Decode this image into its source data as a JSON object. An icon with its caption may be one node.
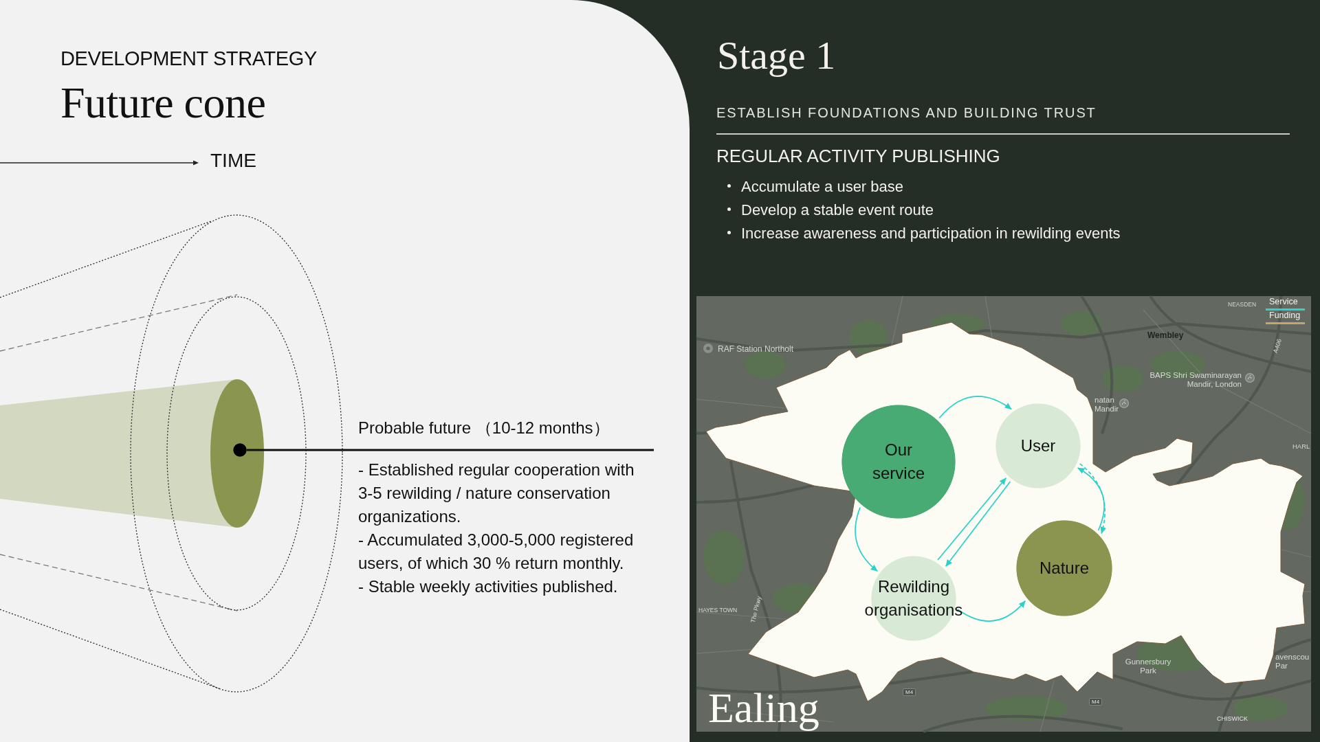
{
  "diagram": {
    "title": "Future cone",
    "nodes": [
      {
        "text": [],
        "shape": "circle"
      },
      {
        "text": [
          "Probable future （10-12 months）"
        ],
        "beside": [
          "- Established regular cooperation with 3-5 rewilding / nature conservation organizations.",
          "- Accumulated 3,000-5,000 registered users, of which 30 % return monthly.",
          "- Stable weekly activities published."
        ]
      },
      {
        "text": [
          "Our service"
        ]
      },
      {
        "text": [
          "User"
        ]
      },
      {
        "text": [
          "Rewilding organisations"
        ]
      },
      {
        "text": [
          "Nature"
        ]
      }
    ],
    "edges": [
      {
        "from": 1,
        "to": 0,
        "arrow": "none",
        "color": "#111111"
      },
      {
        "from": 2,
        "to": 3,
        "arrow": "to"
      },
      {
        "from": 2,
        "to": 4,
        "arrow": "to"
      },
      {
        "from": 4,
        "to": 3,
        "arrow": "to"
      },
      {
        "from": 3,
        "to": 4,
        "arrow": "to"
      },
      {
        "from": 4,
        "to": 5,
        "arrow": "to"
      },
      {
        "from": 5,
        "to": 3,
        "arrow": "to"
      },
      {
        "from": 3,
        "to": 5,
        "arrow": "to",
        "style": "dashed"
      }
    ],
    "labels": [
      "DEVELOPMENT STRATEGY",
      "TIME",
      "Stage 1",
      "ESTABLISH FOUNDATIONS AND BUILDING TRUST",
      "REGULAR ACTIVITY PUBLISHING",
      "Accumulate a user base",
      "Develop a stable event route",
      "Increase awareness and participation in rewilding events",
      "NEASDEN",
      "RAF Station Northolt",
      "Wembley",
      "A406",
      "BAPS Shri Swaminarayan Mandir, London",
      "natan Mandir",
      "HARL",
      "HAYES TOWN",
      "The Pkwy",
      "Gunnersbury Park",
      "avenscou Par",
      "M4",
      "M4",
      "CHISWICK",
      "Ealing"
    ],
    "legend": [
      {
        "text": "Service"
      },
      {
        "text": "Funding"
      }
    ]
  }
}
